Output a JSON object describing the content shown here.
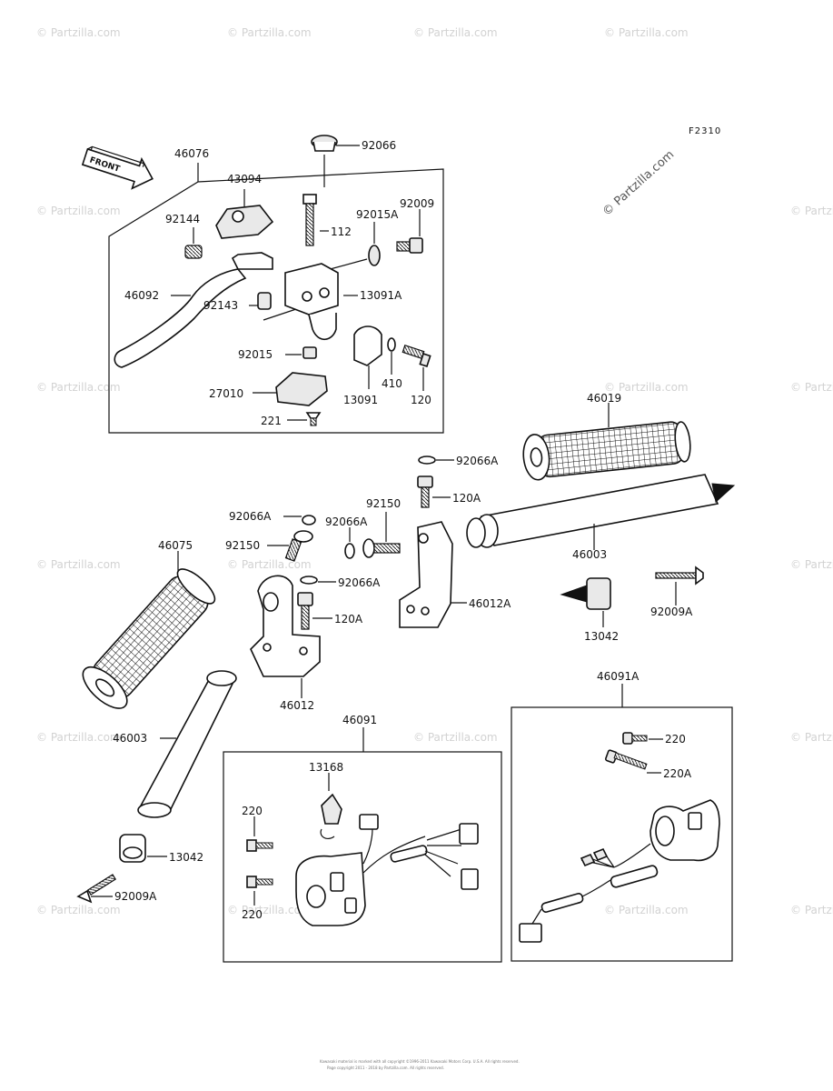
{
  "figure_code": "F2310",
  "front_label": "FRONT",
  "watermark": {
    "text": "© Partzilla.com",
    "big_text": "© Partzilla.com"
  },
  "footer": {
    "line1": "Kawasaki material is marked with all copyright ©1996-2011 Kawasaki Motors Corp. U.S.A. All rights reserved.",
    "line2": "Page copyright 2011 - 2018 by Partzilla.com. All rights reserved."
  },
  "callouts": {
    "p46076": "46076",
    "p43094": "43094",
    "p92066_top": "92066",
    "p92144": "92144",
    "p112": "112",
    "p92015A": "92015A",
    "p92009": "92009",
    "p46092": "46092",
    "p92143": "92143",
    "p13091A": "13091A",
    "p92015": "92015",
    "p410": "410",
    "p13091": "13091",
    "p120": "120",
    "p27010": "27010",
    "p221": "221",
    "p46019": "46019",
    "p92066A_1": "92066A",
    "p120A_1": "120A",
    "p92150_1": "92150",
    "p92066A_2": "92066A",
    "p92066A_3": "92066A",
    "p92150_2": "92150",
    "p46003_right": "46003",
    "p46012A": "46012A",
    "p46075": "46075",
    "p92066A_4": "92066A",
    "p120A_2": "120A",
    "p92009A_right": "92009A",
    "p13042_right": "13042",
    "p46012": "46012",
    "p46091A": "46091A",
    "p46091": "46091",
    "p46003_left": "46003",
    "p220_r1": "220",
    "p220A": "220A",
    "p13168": "13168",
    "p220_l1": "220",
    "p13042_left": "13042",
    "p220_l2": "220",
    "p92009A_left": "92009A"
  }
}
